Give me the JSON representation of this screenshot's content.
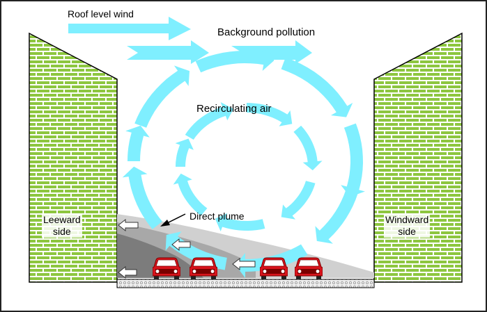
{
  "labels": {
    "roof_level_wind": "Roof level wind",
    "background_pollution": "Background pollution",
    "recirculating_air": "Recirculating air",
    "direct_plume": "Direct plume",
    "leeward_side": [
      "Leeward",
      "side"
    ],
    "windward_side": [
      "Windward",
      "side"
    ]
  },
  "colors": {
    "air_flow": "#7fefff",
    "brick_fill": "#8dc63f",
    "brick_mortar": "#ffffff",
    "car_body": "#d8141c",
    "plume_dark": "#8a8a8a",
    "plume_light": "#c8c8c8",
    "road": "#e8e8e8"
  },
  "icons": {
    "vehicle": "car-icon",
    "building": "brick-wall",
    "flow": "arrow-icon"
  }
}
